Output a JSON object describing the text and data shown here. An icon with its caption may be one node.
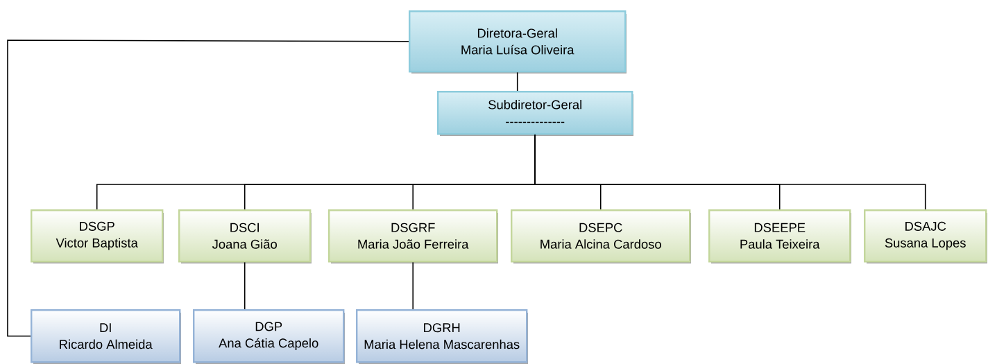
{
  "diagram": {
    "nodes": [
      {
        "text": [
          "Diretora-Geral",
          "Maria Luísa Oliveira"
        ]
      },
      {
        "text": [
          "Subdiretor-Geral",
          "--------------"
        ]
      },
      {
        "text": [
          "DSGP",
          "Victor Baptista"
        ]
      },
      {
        "text": [
          "DSCI",
          "Joana Gião"
        ]
      },
      {
        "text": [
          "DSGRF",
          "Maria João Ferreira"
        ]
      },
      {
        "text": [
          "DSEPC",
          "Maria Alcina Cardoso"
        ]
      },
      {
        "text": [
          "DSEEPE",
          "Paula Teixeira"
        ]
      },
      {
        "text": [
          "DSAJC",
          "Susana Lopes"
        ]
      },
      {
        "text": [
          "DI",
          "Ricardo Almeida"
        ]
      },
      {
        "text": [
          "DGP",
          "Ana Cátia Capelo"
        ]
      },
      {
        "text": [
          "DGRH",
          "Maria Helena Mascarenhas"
        ]
      }
    ],
    "edges": [
      {
        "from": 0,
        "to": 1,
        "arrow": "none"
      },
      {
        "from": 1,
        "to": 2,
        "arrow": "none"
      },
      {
        "from": 1,
        "to": 3,
        "arrow": "none"
      },
      {
        "from": 1,
        "to": 4,
        "arrow": "none"
      },
      {
        "from": 1,
        "to": 5,
        "arrow": "none"
      },
      {
        "from": 1,
        "to": 6,
        "arrow": "none"
      },
      {
        "from": 1,
        "to": 7,
        "arrow": "none"
      },
      {
        "from": 0,
        "to": 8,
        "arrow": "none"
      },
      {
        "from": 3,
        "to": 9,
        "arrow": "none"
      },
      {
        "from": 4,
        "to": 10,
        "arrow": "none"
      }
    ]
  }
}
